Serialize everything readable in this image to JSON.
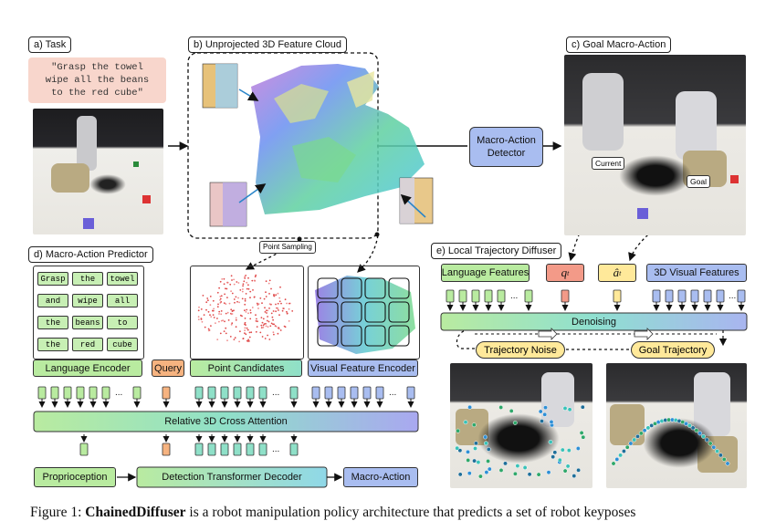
{
  "panels": {
    "task": "a) Task",
    "cloud": "b) Unprojected 3D Feature Cloud",
    "goal": "c) Goal Macro-Action",
    "predictor": "d) Macro-Action Predictor",
    "diffuser": "e) Local Trajectory Diffuser"
  },
  "task_instruction": "\"Grasp the towel\nwipe all the beans\nto the red cube\"",
  "detector": "Macro-Action\nDetector",
  "tags": {
    "current": "Current",
    "goal": "Goal"
  },
  "point_sampling": "Point Sampling",
  "predictor": {
    "words": [
      "Grasp",
      "the",
      "towel",
      "and",
      "wipe",
      "all",
      "the",
      "beans",
      "to",
      "the",
      "red",
      "cube"
    ],
    "language_encoder": "Language Encoder",
    "query": "Query",
    "point_candidates": "Point Candidates",
    "visual_feature_encoder": "Visual Feature Encoder",
    "relative_attention": "Relative 3D Cross Attention",
    "proprioception": "Proprioception",
    "detection_decoder": "Detection Transformer Decoder",
    "macro_action": "Macro-Action",
    "ellipsis": "..."
  },
  "diffuser": {
    "language_features": "Language Features",
    "q_symbol": "q",
    "q_sub": "t",
    "a_symbol": "â",
    "a_sub": "t",
    "visual_features": "3D Visual Features",
    "denoising": "Denoising",
    "trajectory_noise": "Trajectory Noise",
    "goal_trajectory": "Goal Trajectory",
    "ellipsis": "..."
  },
  "caption": {
    "prefix": "Figure 1:",
    "name": "ChainedDiffuser",
    "text": "is a robot manipulation policy architecture that predicts a set of robot keyposes"
  },
  "colors": {
    "green": "#b9eba0",
    "blue": "#a9bdf0",
    "orange": "#f6b380",
    "yellow": "#ffe99a",
    "task_bg": "#f8d6cc"
  }
}
